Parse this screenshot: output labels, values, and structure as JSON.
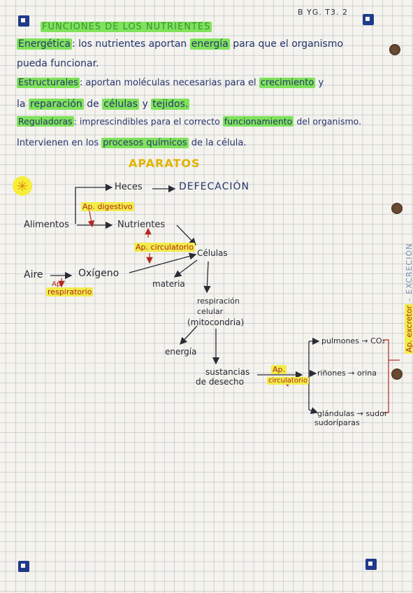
{
  "header": {
    "page_ref": "B YG. T3. 2",
    "title": "FUNCIONES DE LOS NUTRIENTES"
  },
  "functions": {
    "energetica": {
      "term": "Energética",
      "text1": ": los nutrientes aportan",
      "kw": "energía",
      "text2": "para que el organismo",
      "text3": "pueda funcionar."
    },
    "estructurales": {
      "term": "Estructurales",
      "text1": ": aportan moléculas necesarias para el",
      "kw1": "crecimiento",
      "text2": "y",
      "text3": "la",
      "kw2": "reparación",
      "text4": "de",
      "kw3": "células",
      "text5": "y",
      "kw4": "tejidos."
    },
    "reguladoras": {
      "term": "Reguladoras",
      "text1": ": imprescindibles para el correcto",
      "kw1": "funcionamiento",
      "text2": "del organismo.",
      "text3": "Intervienen en los",
      "kw2": "procesos químicos",
      "text4": "de la célula."
    }
  },
  "apparatus": {
    "title": "APARATOS",
    "heces": "Heces",
    "defecacion": "DEFECACIÓN",
    "ap_digestivo": "Ap. digestivo",
    "alimentos": "Alimentos",
    "nutrientes": "Nutrientes",
    "ap_circulatorio_1": "Ap. circulatorio",
    "celulas": "Células",
    "aire": "Aire",
    "oxigeno": "Oxígeno",
    "ap_respiratorio_1": "Ap.",
    "ap_respiratorio_2": "respiratorio",
    "materia": "materia",
    "respiracion_1": "respiración",
    "respiracion_2": "celular",
    "respiracion_3": "(mitocondria)",
    "energia": "energía",
    "sustancias_1": "sustancias",
    "sustancias_2": "de desecho",
    "ap_circulatorio_2a": "Ap.",
    "ap_circulatorio_2b": "circulatorio",
    "pulmones": "pulmones → CO₂",
    "rinones": "riñones → orina",
    "glandulas_1": "glándulas → sudor",
    "glandulas_2": "sudoríparas",
    "ap_excretor": "Ap. excretor",
    "excrecion": "– EXCRECIÓN"
  },
  "colors": {
    "ink_blue": "#27356e",
    "ink_red": "#b3261e",
    "highlight_green": "#7fe35a",
    "highlight_yellow": "#f1ec4a"
  }
}
